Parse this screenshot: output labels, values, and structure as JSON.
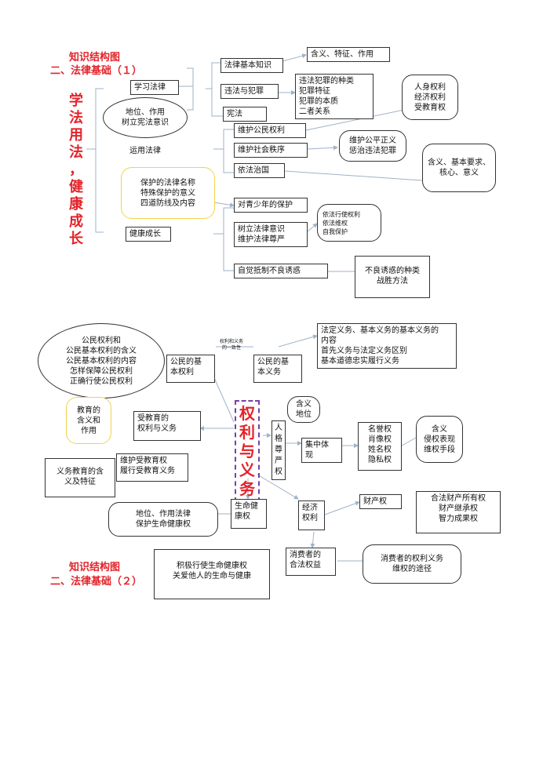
{
  "section1": {
    "heading_top": "知识结构图",
    "heading_bottom": "二、法律基础（１）",
    "side_title": [
      "学",
      "法",
      "用",
      "法",
      "，",
      "健",
      "康",
      "成",
      "长"
    ],
    "learn_law": "学习法律",
    "oval_left": [
      "地位、作用",
      "树立宪法意识"
    ],
    "use_law": "运用法律",
    "healthy_growth": "健康成长",
    "law_basic": "法律基本知识",
    "law_basic_detail": "含义、特征、作用",
    "illegal": "违法与犯罪",
    "illegal_detail": [
      "违法犯罪的种类",
      "犯罪特征",
      "犯罪的本质",
      "二者关系"
    ],
    "constitution": "宪法",
    "rights_oval": [
      "人身权利",
      "经济权利",
      "受教育权"
    ],
    "maintain_rights": "维护公民权利",
    "maintain_order": "维护社会秩序",
    "justice": [
      "维护公平正义",
      "惩治违法犯罪"
    ],
    "rule_of_law": "依法治国",
    "rule_detail": [
      "含义、基本要求、",
      "核心、意义"
    ],
    "protection_yellow": [
      "保护的法律名称",
      "特殊保护的意义",
      "四道防线及内容"
    ],
    "youth_protect": "对青少年的保护",
    "law_awareness": [
      "树立法律意识",
      "维护法律尊严"
    ],
    "rights_small": [
      "依法行使权利",
      "依法维权",
      "自我保护"
    ],
    "resist": "自觉抵制不良诱惑",
    "resist_detail": [
      "不良诱惑的种类",
      "战胜方法"
    ]
  },
  "section2": {
    "heading_top": "知识结构图",
    "heading_bottom": "二、法律基础（２）",
    "center_title": [
      "权",
      "利",
      "与",
      "义",
      "务"
    ],
    "rights_oval": [
      "公民权利和",
      "公民基本权利的含义",
      "公民基本权利的内容",
      "怎样保障公民权利",
      "正确行使公民权利"
    ],
    "basic_rights": [
      "公民的基",
      "本权利"
    ],
    "consistency": [
      "权利和义务",
      "的一致性"
    ],
    "basic_duties": [
      "公民的基",
      "本义务"
    ],
    "duties_detail": [
      "法定义务、基本义务的基本义务的",
      "内容",
      "首先义务与法定义务区别",
      "基本道德忠实履行义务"
    ],
    "edu_yellow": [
      "教育的",
      "含义和",
      "作用"
    ],
    "education_right": [
      "受教育的",
      "权利与义务"
    ],
    "compulsory": [
      "义务教育的含",
      "义及特征"
    ],
    "maintain_edu": [
      "维护受教育权",
      "履行受教育义务"
    ],
    "meaning_pos": [
      "含义",
      "地位"
    ],
    "dignity": [
      "人",
      "格",
      "尊",
      "严",
      "权"
    ],
    "concentrated": [
      "集中体",
      "现"
    ],
    "dignity_rights": [
      "名誉权",
      "肖像权",
      "姓名权",
      "隐私权"
    ],
    "infringe": [
      "含义",
      "侵权表现",
      "维权手段"
    ],
    "life_health": [
      "生命健",
      "康权"
    ],
    "law_protect": [
      "地位、作用法律",
      "保护生命健康权"
    ],
    "active": [
      "积极行使生命健康权",
      "关爱他人的生命与健康"
    ],
    "economic": [
      "经济",
      "权利"
    ],
    "property": "财产权",
    "property_detail": [
      "合法财产所有权",
      "财产继承权",
      "智力成果权"
    ],
    "consumer": [
      "消费者的",
      "合法权益"
    ],
    "consumer_detail": [
      "消费者的权利义务",
      "维权的途径"
    ]
  },
  "colors": {
    "accent_red": "#e3232a",
    "dashed_purple": "#7b3fa4",
    "yellow_border": "#f2d34a",
    "arrow_blue": "#9fb2c8"
  }
}
